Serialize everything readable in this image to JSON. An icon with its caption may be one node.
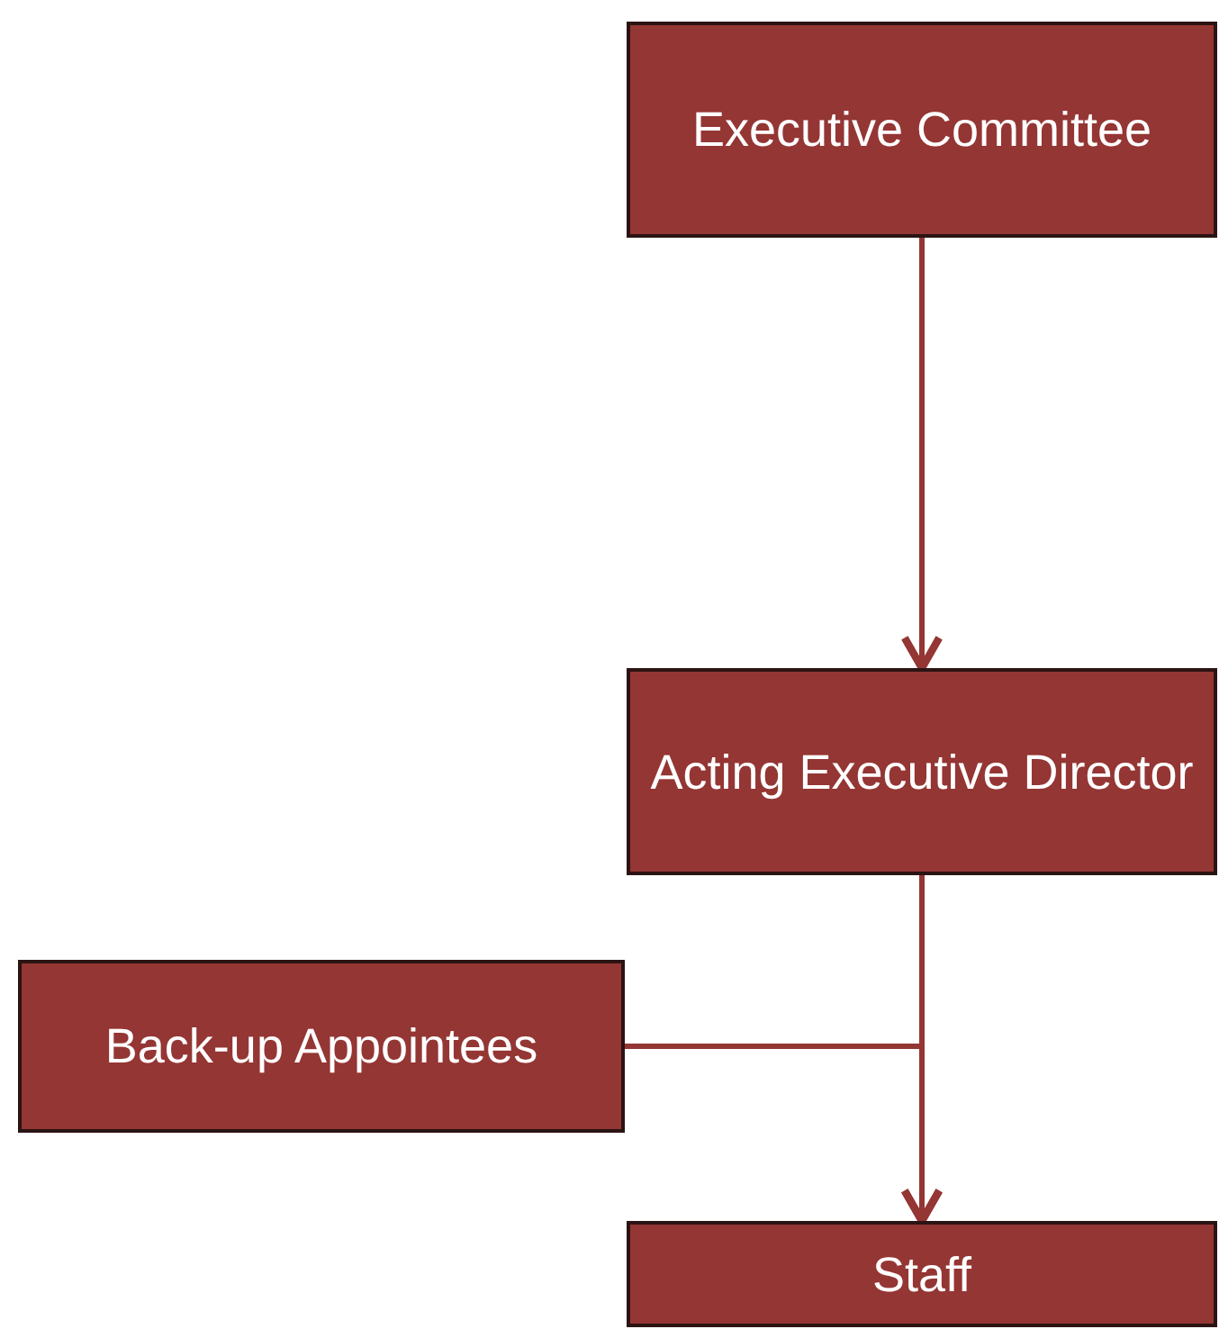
{
  "diagram": {
    "nodes": [
      {
        "text": [
          "Executive Committee"
        ]
      },
      {
        "text": [
          "Acting Executive Director"
        ]
      },
      {
        "text": [
          "Back-up Appointees"
        ]
      },
      {
        "text": [
          "Staff"
        ]
      }
    ],
    "edges": [
      {
        "from": 0,
        "to": 1,
        "arrow": "to"
      },
      {
        "from": 1,
        "to": 3,
        "arrow": "to"
      },
      {
        "from": 2,
        "to": 3,
        "arrow": "to"
      }
    ]
  }
}
